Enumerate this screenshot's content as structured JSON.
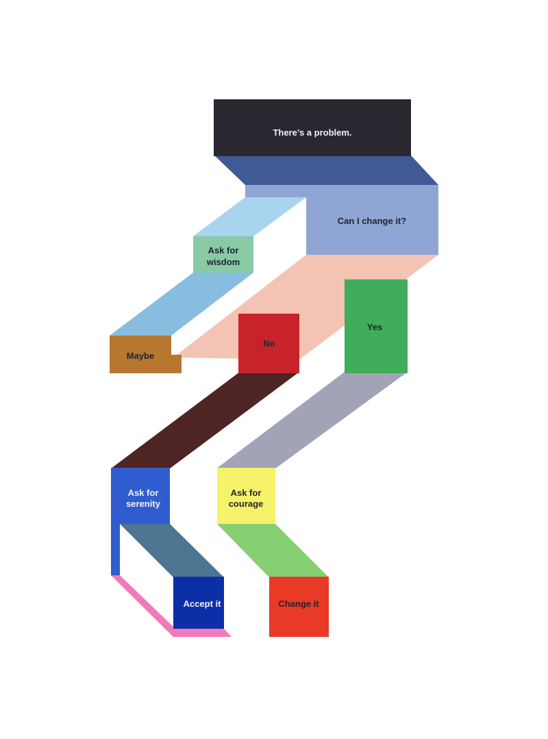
{
  "title": "Serenity flowchart",
  "nodes": {
    "problem": "There’s a problem.",
    "question": "Can I change it?",
    "wisdom_1": "Ask for",
    "wisdom_2": "wisdom",
    "maybe": "Maybe",
    "no": "No",
    "yes": "Yes",
    "serenity_1": "Ask for",
    "serenity_2": "serenity",
    "courage_1": "Ask for",
    "courage_2": "courage",
    "accept": "Accept it",
    "change": "Change it"
  },
  "colors": {
    "problem": "#2a2730",
    "band_problem": "#3f5a94",
    "question": "#8fa6d4",
    "band_wisdom_top": "#a8d4ee",
    "wisdom": "#88c9a6",
    "band_wisdom_bottom": "#89bde0",
    "maybe": "#b8772e",
    "band_question": "#f3c3b3",
    "no": "#c8232a",
    "yes": "#3fad5a",
    "band_no": "#4e2424",
    "band_yes": "#a3a3b8",
    "serenity": "#2f5dcf",
    "courage": "#f6f26a",
    "band_serenity": "#4d7590",
    "accept": "#0c2fa8",
    "band_accept": "#f07bb8",
    "band_courage": "#86cf72",
    "change": "#e83a26"
  }
}
